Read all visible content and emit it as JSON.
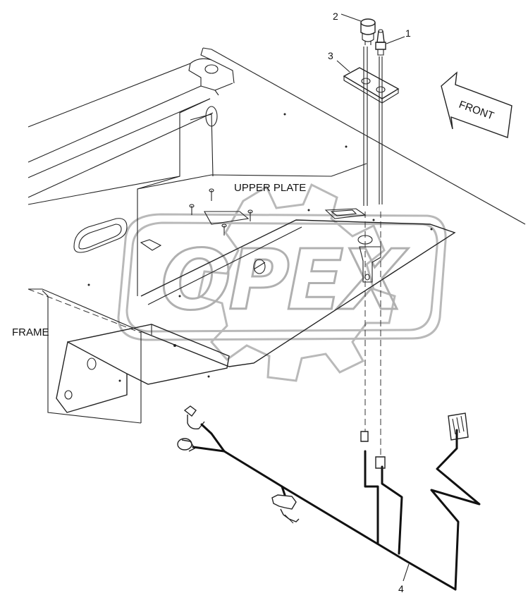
{
  "labels": {
    "front": "FRONT",
    "upper_plate": "UPPER PLATE",
    "frame": "FRAME"
  },
  "callouts": [
    "1",
    "2",
    "3",
    "4"
  ],
  "watermark": "OPEX"
}
